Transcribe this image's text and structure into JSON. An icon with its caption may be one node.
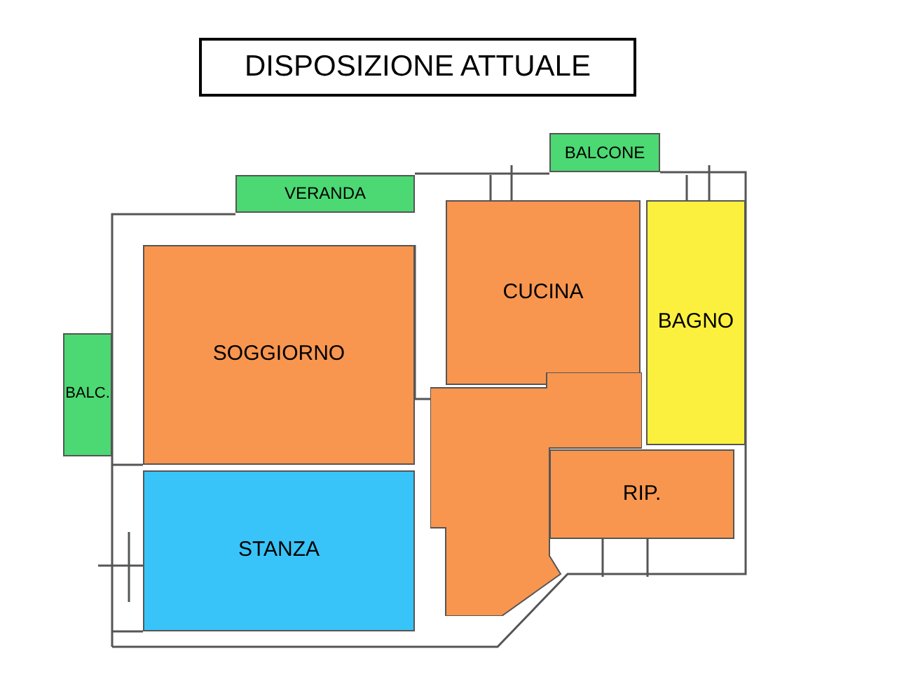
{
  "diagram": {
    "title": "DISPOSIZIONE ATTUALE",
    "nodes": [
      {
        "text": [
          "BALCONE"
        ]
      },
      {
        "text": [
          "VERANDA"
        ]
      },
      {
        "text": [
          "SOGGIORNO"
        ]
      },
      {
        "text": [
          "CUCINA"
        ]
      },
      {
        "text": [
          "BAGNO"
        ]
      },
      {
        "text": [
          "BALC."
        ]
      },
      {
        "text": [],
        "shape": "box"
      },
      {
        "text": [
          "RIP."
        ]
      },
      {
        "text": [
          "STANZA"
        ]
      }
    ]
  }
}
